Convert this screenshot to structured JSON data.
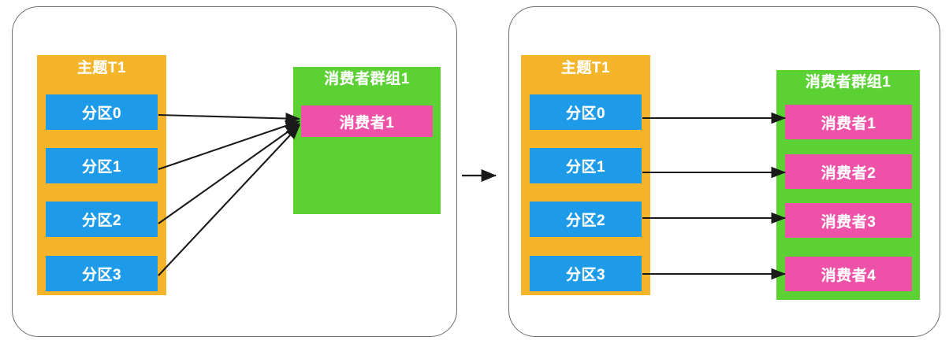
{
  "diagram": {
    "title_text": "",
    "colors": {
      "topic": "#F5B52B",
      "partition": "#1E9BE8",
      "group": "#5CD134",
      "consumer": "#EE52A8",
      "panel_border": "#6E6E6E",
      "arrow": "#1A1A1A",
      "label_text": "#FFFFFF",
      "background": "#FFFFFF"
    },
    "transition_arrow": "→"
  },
  "before": {
    "topic": {
      "title": "主题T1",
      "partitions": [
        {
          "label": "分区0"
        },
        {
          "label": "分区1"
        },
        {
          "label": "分区2"
        },
        {
          "label": "分区3"
        }
      ]
    },
    "group": {
      "title": "消费者群组1",
      "consumers": [
        {
          "label": "消费者1"
        }
      ]
    },
    "assignments": [
      {
        "from": "分区0",
        "to": "消费者1"
      },
      {
        "from": "分区1",
        "to": "消费者1"
      },
      {
        "from": "分区2",
        "to": "消费者1"
      },
      {
        "from": "分区3",
        "to": "消费者1"
      }
    ]
  },
  "after": {
    "topic": {
      "title": "主题T1",
      "partitions": [
        {
          "label": "分区0"
        },
        {
          "label": "分区1"
        },
        {
          "label": "分区2"
        },
        {
          "label": "分区3"
        }
      ]
    },
    "group": {
      "title": "消费者群组1",
      "consumers": [
        {
          "label": "消费者1"
        },
        {
          "label": "消费者2"
        },
        {
          "label": "消费者3"
        },
        {
          "label": "消费者4"
        }
      ]
    },
    "assignments": [
      {
        "from": "分区0",
        "to": "消费者1"
      },
      {
        "from": "分区1",
        "to": "消费者2"
      },
      {
        "from": "分区2",
        "to": "消费者3"
      },
      {
        "from": "分区3",
        "to": "消费者4"
      }
    ]
  }
}
